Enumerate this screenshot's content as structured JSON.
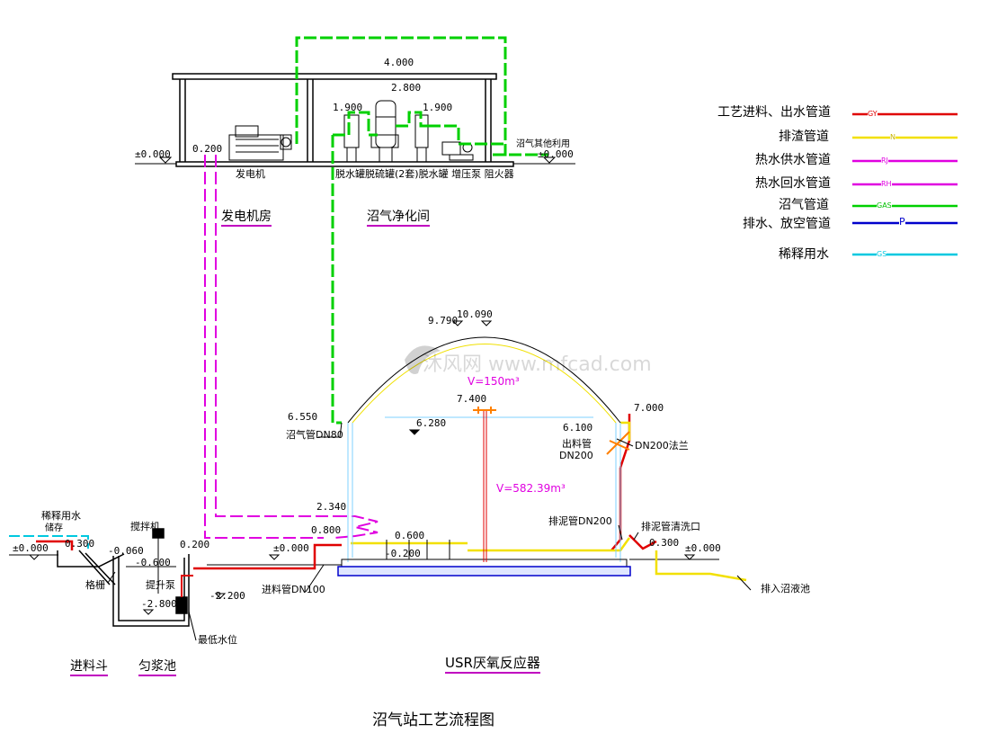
{
  "title": "沼气站工艺流程图",
  "legend": [
    {
      "label": "工艺进料、出水管道",
      "code": "GY",
      "color": "#e00000",
      "line_color": "#e00000"
    },
    {
      "label": "排渣管道",
      "code": "N",
      "color": "#f2e000",
      "line_color": "#f2e000"
    },
    {
      "label": "热水供水管道",
      "code": "RJ",
      "color": "#e000e0",
      "line_color": "#e000e0"
    },
    {
      "label": "热水回水管道",
      "code": "RH",
      "color": "#e000e0",
      "line_color": "#e000e0"
    },
    {
      "label": "沼气管道",
      "code": "GAS",
      "color": "#00c000",
      "line_color": "#00d000"
    },
    {
      "label": "排水、放空管道",
      "code": "P",
      "color": "#0000cc",
      "line_color": "#0000cc"
    },
    {
      "label": "稀释用水",
      "code": "GS",
      "color": "#00c8e0",
      "line_color": "#00c8e0"
    }
  ],
  "rooms": {
    "generator_room": "发电机房",
    "purification_room": "沼气净化间",
    "generator": "发电机",
    "equipment": "脱水罐脱硫罐(2套)脱水罐 增压泵 阻火器",
    "other_use": "沼气其他利用"
  },
  "reactor": {
    "name": "USR厌氧反应器",
    "gas_volume": "V=150m³",
    "liquid_volume": "V=582.39m³",
    "gas_pipe": "沼气管DN80",
    "outlet_pipe": "出料管",
    "outlet_dn": "DN200",
    "flange": "DN200法兰",
    "sludge_pipe": "排泥管DN200",
    "flush_port": "排泥管清洗口",
    "inlet_pipe": "进料管DN100",
    "drain_to": "排入沼液池"
  },
  "pool": {
    "feed_hopper": "进料斗",
    "homogenizing_tank": "匀浆池",
    "dilution_water": "稀释用水",
    "stirrer": "搅拌机",
    "lift_pump": "提升泵",
    "grille": "格栅",
    "lowest_level": "最低水位",
    "storage": "储存"
  },
  "elevations": {
    "e4000": "4.000",
    "e2800": "2.800",
    "e1900a": "1.900",
    "e1900b": "1.900",
    "e0000_left": "±0.000",
    "e0200_top": "0.200",
    "e0000_right": "±0.000",
    "e10090": "10.090",
    "e9790": "9.790",
    "e7400": "7.400",
    "e6550": "6.550",
    "e6280": "6.280",
    "e7000": "7.000",
    "e6100": "6.100",
    "e2340": "2.340",
    "e0800": "0.800",
    "e0600": "0.600",
    "e0200_mid": "0.200",
    "e0000_mid": "±0.000",
    "em0200": "-0.200",
    "em0060": "-0.060",
    "em0600": "-0.600",
    "e0000_pool": "±0.000",
    "e0300_pool": "0.300",
    "em2200": "-2.200",
    "em2800": "-2.800",
    "e0300_r": "0.300",
    "e0000_r2": "±0.000"
  },
  "watermark": "沐风网 www.mfcad.com"
}
